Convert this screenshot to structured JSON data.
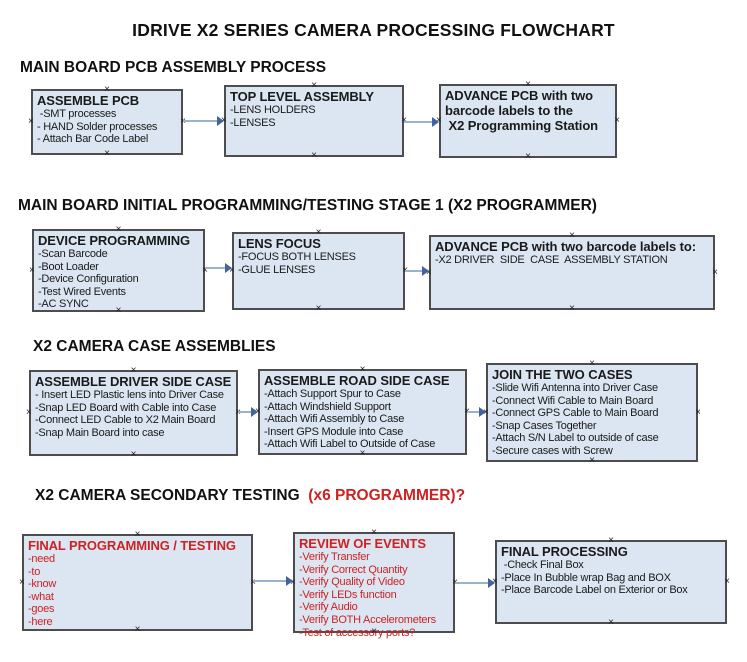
{
  "title": "IDRIVE X2  SERIES CAMERA PROCESSING FLOWCHART",
  "colors": {
    "box_fill": "#dce6f2",
    "box_border": "#4d4d4d",
    "red": "#cc2222",
    "arrow_line": "#9ab1d0",
    "arrow_head": "#44639e"
  },
  "icons": {
    "connection_marker": "×"
  },
  "sections": [
    {
      "heading": "MAIN BOARD PCB ASSEMBLY PROCESS",
      "boxes": [
        {
          "title": "ASSEMBLE PCB",
          "items": [
            " -SMT processes",
            "- HAND Solder processes",
            "- Attach Bar Code Label"
          ]
        },
        {
          "title": "TOP LEVEL ASSEMBLY",
          "items": [
            "-LENS HOLDERS",
            "-LENSES"
          ]
        },
        {
          "title": [
            "ADVANCE PCB with two",
            "barcode labels to the",
            " X2 Programming Station"
          ],
          "items": []
        }
      ]
    },
    {
      "heading": "MAIN BOARD INITIAL PROGRAMMING/TESTING STAGE 1 (X2 PROGRAMMER)",
      "boxes": [
        {
          "title": "DEVICE PROGRAMMING",
          "items": [
            "-Scan Barcode",
            "-Boot Loader",
            "-Device Configuration",
            "-Test Wired Events",
            "-AC SYNC"
          ]
        },
        {
          "title": "LENS FOCUS",
          "items": [
            "-FOCUS BOTH LENSES",
            "-GLUE LENSES"
          ]
        },
        {
          "title": "ADVANCE PCB with two barcode labels to:",
          "items": [
            "-X2 DRIVER  SIDE  CASE  ASSEMBLY STATION"
          ]
        }
      ]
    },
    {
      "heading": "X2 CAMERA CASE ASSEMBLIES",
      "boxes": [
        {
          "title": "ASSEMBLE DRIVER SIDE CASE",
          "items": [
            "- Insert LED Plastic lens into Driver Case",
            "-Snap LED Board with Cable into Case",
            "-Connect LED Cable to X2 Main Board",
            "-Snap Main Board into case"
          ]
        },
        {
          "title": "ASSEMBLE ROAD SIDE CASE",
          "items": [
            "-Attach Support Spur to Case",
            "-Attach Windshield Support",
            "-Attach Wifi Assembly to Case",
            "-Insert GPS Module into Case",
            "-Attach Wifi Label to Outside of Case"
          ]
        },
        {
          "title": "JOIN THE TWO CASES",
          "items": [
            "-Slide Wifi Antenna into Driver Case",
            "-Connect Wifi Cable to Main Board",
            "-Connect GPS Cable to Main Board",
            "-Snap Cases Together",
            "-Attach S/N Label to outside of case",
            "-Secure cases with Screw"
          ]
        }
      ]
    },
    {
      "heading": "X2 CAMERA SECONDARY TESTING ",
      "heading_suffix": " (x6 PROGRAMMER)?",
      "boxes": [
        {
          "title": "FINAL PROGRAMMING / TESTING",
          "items": [
            "-need",
            "-to",
            "-know",
            "-what",
            "-goes",
            "-here"
          ]
        },
        {
          "title": "REVIEW OF EVENTS",
          "items": [
            "-Verify Transfer",
            "-Verify Correct Quantity",
            "-Verify Quality of Video",
            "-Verify LEDs function",
            "-Verify Audio",
            "-Verify BOTH Accelerometers",
            "-Test of accessory ports?"
          ]
        },
        {
          "title": "FINAL PROCESSING",
          "items": [
            " -Check Final Box",
            "-Place In Bubble wrap Bag and BOX",
            "-Place Barcode Label on Exterior or Box"
          ]
        }
      ]
    }
  ]
}
